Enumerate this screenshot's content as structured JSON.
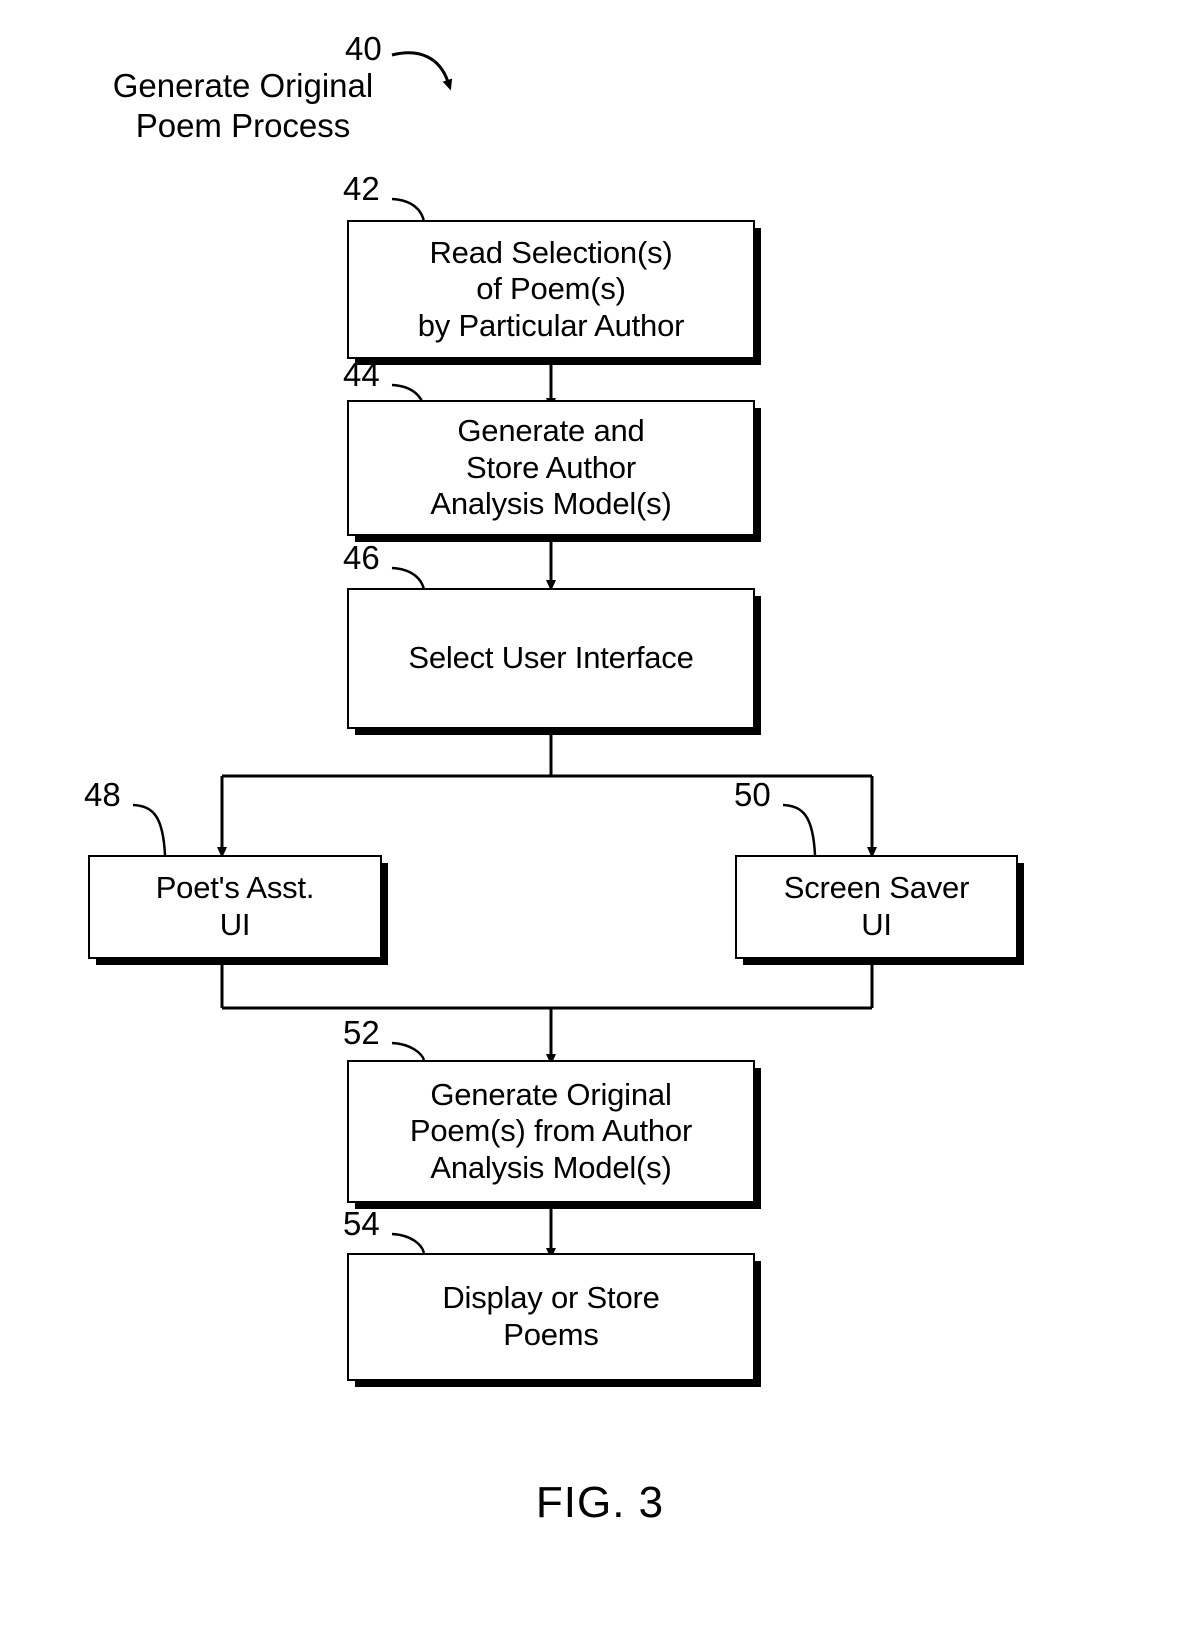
{
  "figure": {
    "caption": "FIG. 3",
    "process_title": "Generate Original\nPoem Process",
    "process_ref": "40"
  },
  "diagram_data": {
    "type": "flowchart",
    "orientation": "top-to-bottom",
    "nodes": [
      {
        "ref": "42",
        "label": "Read Selection(s)\nof Poem(s)\nby Particular Author"
      },
      {
        "ref": "44",
        "label": "Generate and\nStore Author\nAnalysis Model(s)"
      },
      {
        "ref": "46",
        "label": "Select User Interface"
      },
      {
        "ref": "48",
        "label": "Poet's Asst.\nUI"
      },
      {
        "ref": "50",
        "label": "Screen Saver\nUI"
      },
      {
        "ref": "52",
        "label": "Generate Original\nPoem(s) from Author\nAnalysis Model(s)"
      },
      {
        "ref": "54",
        "label": "Display or Store\nPoems"
      }
    ],
    "edges": [
      {
        "from": "42",
        "to": "44",
        "style": "arrow"
      },
      {
        "from": "44",
        "to": "46",
        "style": "arrow"
      },
      {
        "from": "46",
        "to": "48",
        "style": "branch-arrow"
      },
      {
        "from": "46",
        "to": "50",
        "style": "branch-arrow"
      },
      {
        "from": "48",
        "to": "52",
        "style": "merge"
      },
      {
        "from": "50",
        "to": "52",
        "style": "merge-arrow"
      },
      {
        "from": "52",
        "to": "54",
        "style": "arrow"
      }
    ],
    "colors": {
      "line": "#000000",
      "fill": "#ffffff",
      "text": "#000000"
    }
  }
}
